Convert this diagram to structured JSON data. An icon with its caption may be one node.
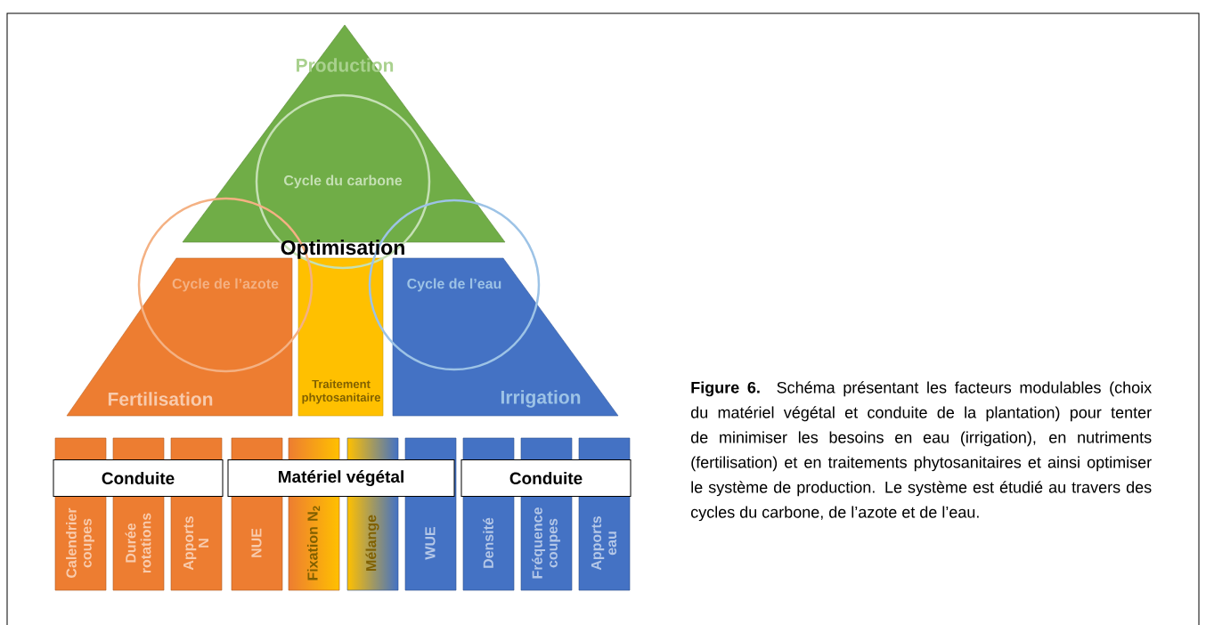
{
  "diagram": {
    "caption": "**Figure 6.** Schéma présentant les facteurs modulables (choix du matériel végétal et conduite de la plantation) pour tenter de minimiser les besoins en eau (irrigation), en nutriments (fertilisation) et en traitements phytosanitaires et ainsi optimiser le système de production. Le système est étudié au travers des cycles du carbone, de l’azote et de l’eau.",
    "nodes": [
      {
        "text": [
          "Production"
        ]
      },
      {
        "text": [
          "Cycle du carbone"
        ]
      },
      {
        "text": [
          "Cycle de l’azote"
        ]
      },
      {
        "text": [
          "Cycle de l’eau"
        ]
      },
      {
        "text": [
          "Fertilisation"
        ]
      },
      {
        "text": [
          "Traitement phytosanitaire"
        ]
      },
      {
        "text": [
          "Irrigation"
        ]
      },
      {
        "text": [
          "Conduite"
        ]
      },
      {
        "text": [
          "Matériel végétal"
        ]
      },
      {
        "text": [
          "Conduite"
        ]
      },
      {
        "text": [
          "Calendrier coupes"
        ]
      },
      {
        "text": [
          "Durée rotations"
        ]
      },
      {
        "text": [
          "Apports N"
        ]
      },
      {
        "text": [
          "NUE"
        ]
      },
      {
        "text": [
          "Fixation N$_{2}$"
        ]
      },
      {
        "text": [
          "Mélange"
        ]
      },
      {
        "text": [
          "WUE"
        ]
      },
      {
        "text": [
          "Densité"
        ]
      },
      {
        "text": [
          "Fréquence coupes"
        ]
      },
      {
        "text": [
          "Apports eau"
        ]
      }
    ],
    "labels": [
      "Optimisation"
    ]
  }
}
